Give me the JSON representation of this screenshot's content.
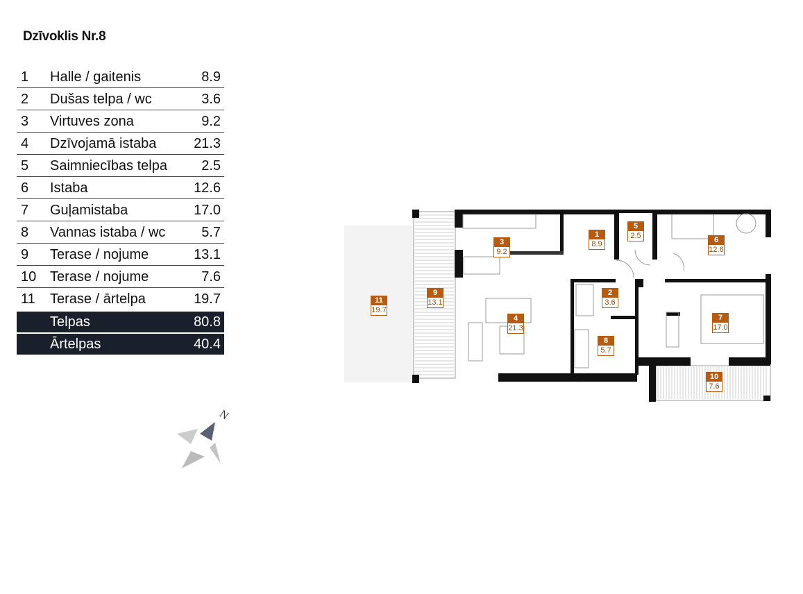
{
  "title": "Dzīvoklis Nr.8",
  "rooms": [
    {
      "num": "1",
      "name": "Halle / gaitenis",
      "area": "8.9"
    },
    {
      "num": "2",
      "name": "Dušas telpa / wc",
      "area": "3.6"
    },
    {
      "num": "3",
      "name": "Virtuves zona",
      "area": "9.2"
    },
    {
      "num": "4",
      "name": "Dzīvojamā istaba",
      "area": "21.3"
    },
    {
      "num": "5",
      "name": "Saimniecības telpa",
      "area": "2.5"
    },
    {
      "num": "6",
      "name": "Istaba",
      "area": "12.6"
    },
    {
      "num": "7",
      "name": "Guļamistaba",
      "area": "17.0"
    },
    {
      "num": "8",
      "name": "Vannas istaba / wc",
      "area": "5.7"
    },
    {
      "num": "9",
      "name": "Terase / nojume",
      "area": "13.1"
    },
    {
      "num": "10",
      "name": "Terase / nojume",
      "area": "7.6"
    },
    {
      "num": "11",
      "name": "Terase / ārtelpa",
      "area": "19.7"
    }
  ],
  "totals": [
    {
      "name": "Telpas",
      "area": "80.8"
    },
    {
      "name": "Ārtelpas",
      "area": "40.4"
    }
  ],
  "compass": {
    "label": "N"
  },
  "colors": {
    "label": "#b65c12",
    "dark": "#1a1f2c",
    "wall": "#111111"
  }
}
